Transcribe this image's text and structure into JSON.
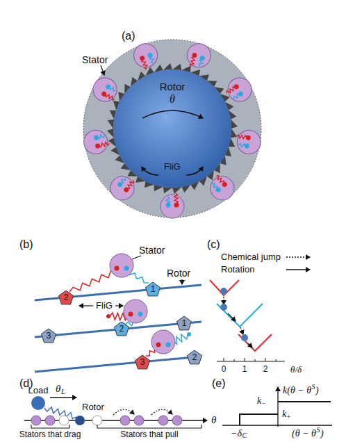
{
  "diagram": {
    "nodes": [
      {
        "text": [
          "Rotor",
          "θ",
          "FliG"
        ]
      }
    ],
    "labels": [
      "(a)",
      "Stator",
      "(b)",
      "Stator",
      "Rotor",
      "FliG",
      "2",
      "1",
      "3",
      "2",
      "1",
      "3",
      "2",
      "(c)",
      "Chemical jump",
      "Rotation",
      "0",
      "1",
      "2",
      "θ/δ",
      "(d)",
      "Load",
      "θ",
      "L",
      "Rotor",
      "θ",
      "Stators that drag",
      "Stators that pull",
      "(e)",
      "k(θ − θ",
      "S",
      ")",
      "k",
      "−",
      "k",
      "+",
      "−δ",
      "C",
      "(θ − θ",
      "S",
      ")"
    ]
  }
}
